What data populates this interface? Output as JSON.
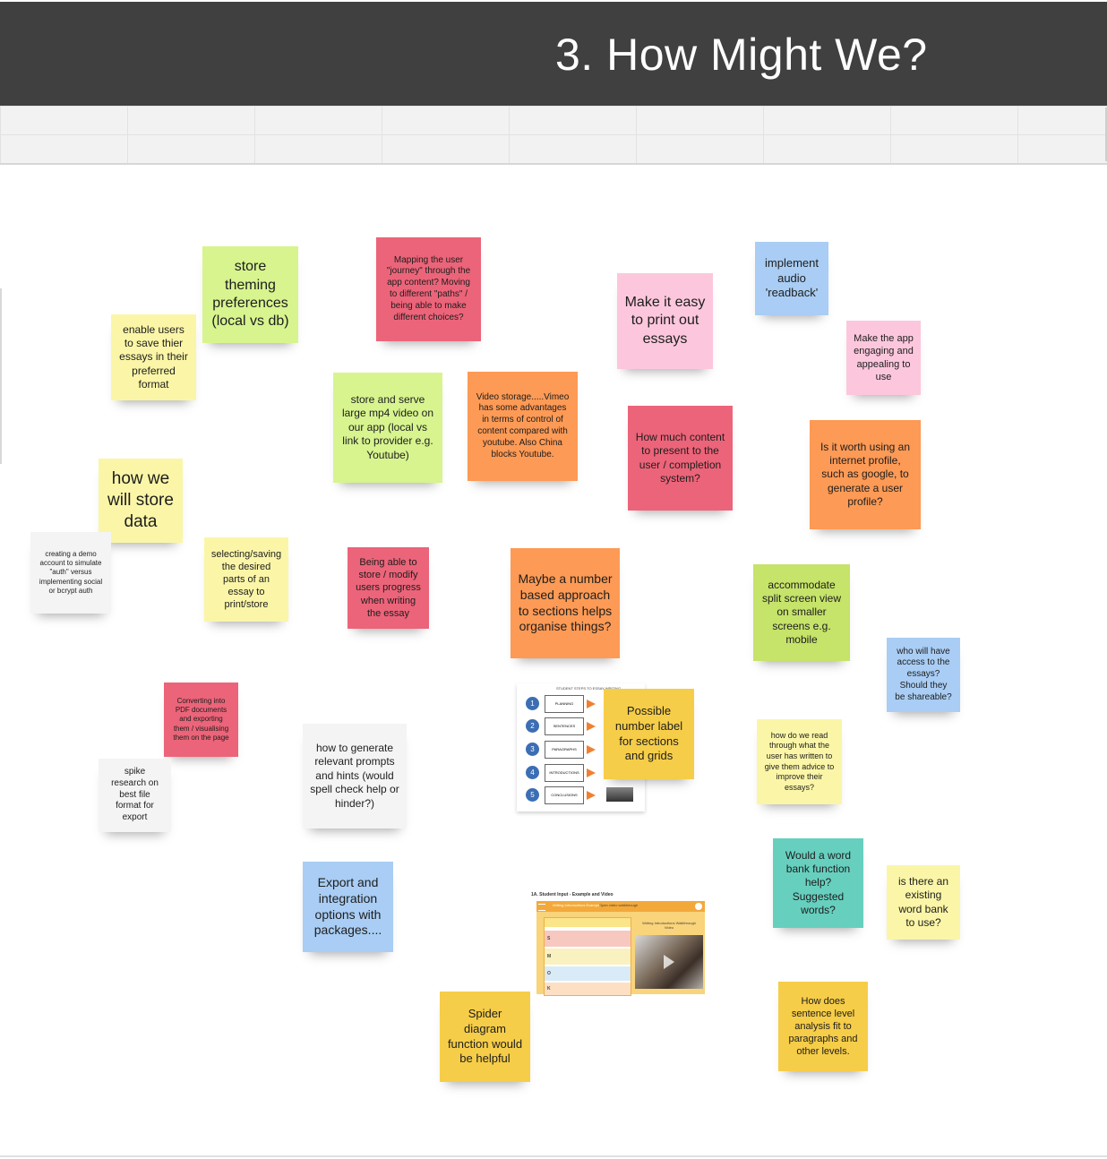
{
  "header": {
    "title": "3. How Might We?"
  },
  "colors": {
    "header_bg": "#404040",
    "green": "#d7f48f",
    "lime": "#c6e36a",
    "yellow": "#fbf6a7",
    "gold": "#f6cd48",
    "red": "#ec6479",
    "orange": "#fd9a55",
    "pink": "#fcc7dc",
    "blue": "#a9cdf4",
    "white": "#f4f4f4",
    "teal": "#67cfbe"
  },
  "notes": {
    "store_theming": "store theming preferences (local vs db)",
    "enable_users": "enable users to save thier essays in their preferred format",
    "mapping_journey": "Mapping the user \"journey\" through the app content? Moving to different \"paths\" / being able to make different choices?",
    "print_essays": "Make it easy to print out essays",
    "audio_readback": "implement audio 'readback'",
    "engaging": "Make the app engaging and appealing to use",
    "mp4_video": "store and serve large mp4 video on our app (local vs link to provider e.g. Youtube)",
    "video_storage": "Video storage.....Vimeo has some advantages in terms of control of content compared with youtube. Also China blocks Youtube.",
    "how_much_content": "How much content to present to the user / completion system?",
    "internet_profile": "Is it worth using an internet profile, such as google, to generate a user profile?",
    "store_data": "how we will store data",
    "demo_account": "creating a demo account to simulate \"auth\" versus implementing social or bcrypt auth",
    "selecting_saving": "selecting/saving the desired parts of an essay to print/store",
    "store_progress": "Being able to store / modify users progress when writing the essay",
    "number_based": "Maybe a number based approach to sections helps organise things?",
    "split_screen": "accommodate split screen view on smaller screens e.g. mobile",
    "who_access": "who will have access to the essays? Should they be shareable?",
    "pdf_export": "Converting into PDF documents and exporting them / visualising them on the page",
    "spike_research": "spike research on best file format for export",
    "prompts_hints": "how to generate relevant prompts and hints (would spell check help or hinder?)",
    "number_label": "Possible number label for sections and grids",
    "read_through": "how do we read through what the user has written to give them advice to improve their essays?",
    "export_integration": "Export and integration options with packages....",
    "word_bank": "Would a word bank function help? Suggested words?",
    "existing_word_bank": "is there an existing word bank to use?",
    "spider_diagram": "Spider diagram function would be helpful",
    "sentence_level": "How does sentence level analysis fit to paragraphs and other levels."
  },
  "image_cards": {
    "steps": {
      "title": "STUDENT STEPS TO ESSAY WRITING",
      "items": [
        {
          "num": "1",
          "label": "PLANNING"
        },
        {
          "num": "2",
          "label": "SENTENCES"
        },
        {
          "num": "3",
          "label": "PARAGRAPHS"
        },
        {
          "num": "4",
          "label": "INTRODUCTIONS"
        },
        {
          "num": "5",
          "label": "CONCLUSIONS"
        }
      ]
    },
    "student_input": {
      "title": "1A. Student Input - Example and Video",
      "panel_a": "Writing Introductions Example",
      "panel_b": "Open video walkthrough",
      "panel_c": "Writing Introductions Walkthrough Video",
      "rows": [
        "S",
        "M",
        "O",
        "K"
      ]
    }
  }
}
